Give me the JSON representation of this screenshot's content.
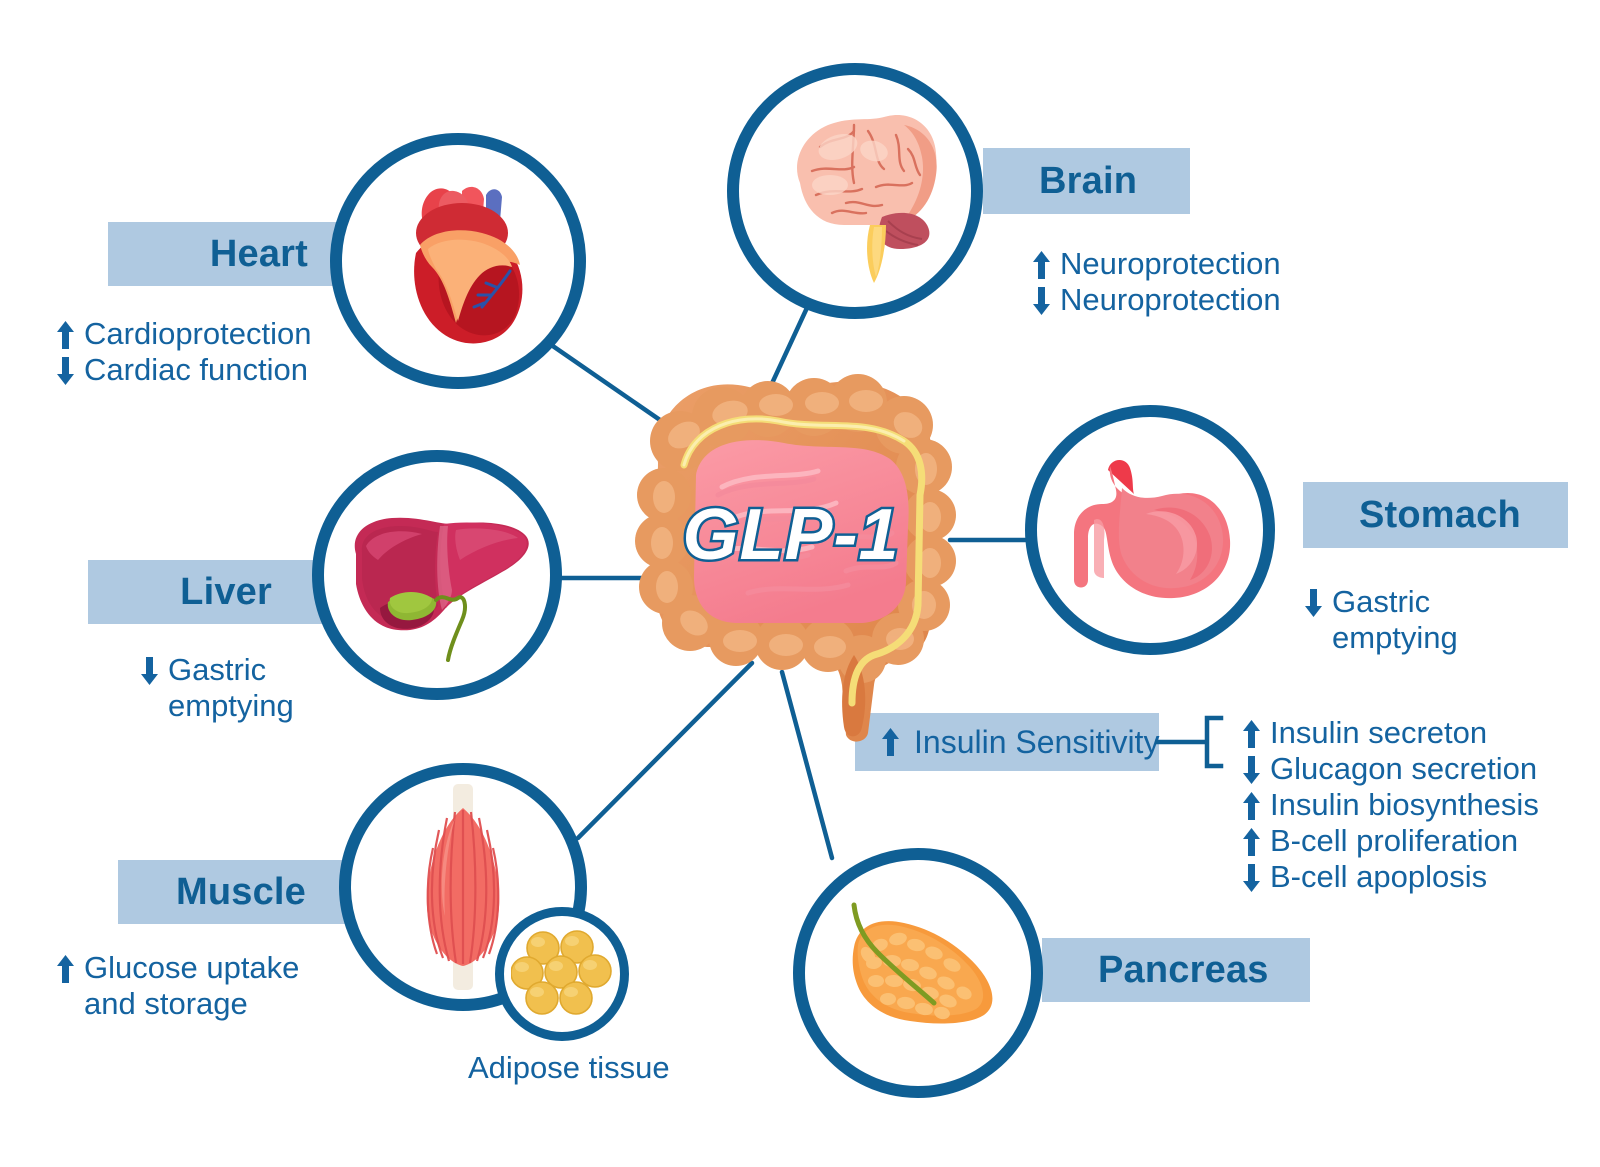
{
  "center": {
    "label": "GLP-1",
    "icon": "intestine-illustration"
  },
  "nodes": [
    {
      "key": "heart",
      "title": "Heart",
      "icon": "heart-icon",
      "effects": [
        {
          "direction": "up",
          "text": "Cardioprotection"
        },
        {
          "direction": "down",
          "text": "Cardiac function"
        }
      ]
    },
    {
      "key": "brain",
      "title": "Brain",
      "icon": "brain-icon",
      "effects": [
        {
          "direction": "up",
          "text": "Neuroprotection"
        },
        {
          "direction": "down",
          "text": "Neuroprotection"
        }
      ]
    },
    {
      "key": "liver",
      "title": "Liver",
      "icon": "liver-icon",
      "effects": [
        {
          "direction": "down",
          "text": "Gastric emptying"
        }
      ]
    },
    {
      "key": "stomach",
      "title": "Stomach",
      "icon": "stomach-icon",
      "effects": [
        {
          "direction": "down",
          "text": "Gastric emptying"
        }
      ]
    },
    {
      "key": "muscle",
      "title": "Muscle",
      "icon": "muscle-icon",
      "effects": [
        {
          "direction": "up",
          "text": "Glucose uptake and storage"
        }
      ]
    },
    {
      "key": "pancreas",
      "title": "Pancreas",
      "icon": "pancreas-icon",
      "effects": []
    }
  ],
  "adipose": {
    "caption": "Adipose tissue",
    "icon": "adipose-cells-icon"
  },
  "insulin": {
    "direction": "up",
    "label": "Insulin Sensitivity",
    "bracket_items": [
      {
        "direction": "up",
        "text": "Insulin secreton"
      },
      {
        "direction": "down",
        "text": "Glucagon secretion"
      },
      {
        "direction": "up",
        "text": "Insulin biosynthesis"
      },
      {
        "direction": "up",
        "text": "B-cell proliferation"
      },
      {
        "direction": "down",
        "text": "B-cell apoplosis"
      }
    ]
  },
  "colors": {
    "dark_blue": "#0f5f94",
    "text_blue": "#1463a0",
    "light_blue_bar": "#afc9e1",
    "white": "#ffffff"
  }
}
